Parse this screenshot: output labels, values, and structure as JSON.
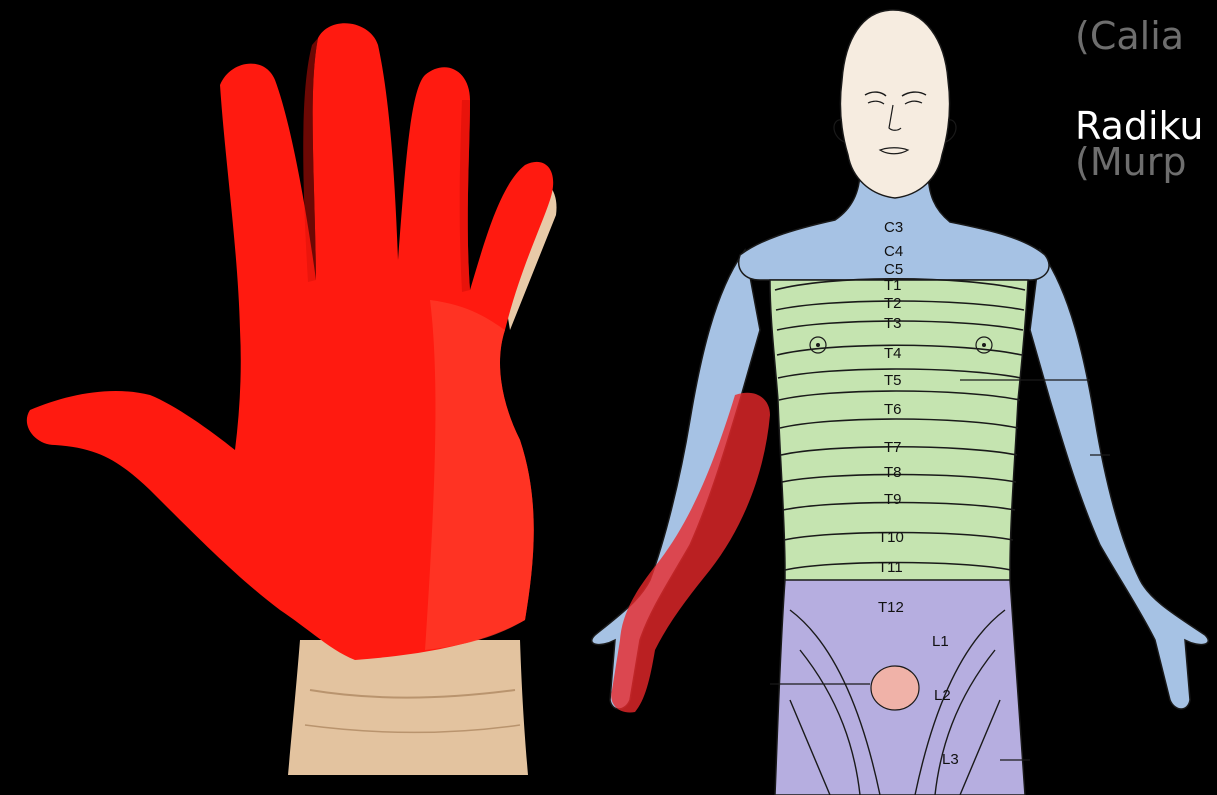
{
  "captions": {
    "top_partial": "(Calia",
    "title_partial": "Radiku",
    "subtitle_partial": "(Murp"
  },
  "colors": {
    "background": "#000000",
    "highlight_red": "#ff1a10",
    "dermatome_cervical_blue": "#a6c2e4",
    "dermatome_thoracic_green": "#c5e4b0",
    "dermatome_lumbar_purple": "#b6aee0",
    "skin": "#e6c9a8"
  },
  "dermatome_labels": [
    "C3",
    "C4",
    "C5",
    "T1",
    "T2",
    "T3",
    "T4",
    "T5",
    "T6",
    "T7",
    "T8",
    "T9",
    "T10",
    "T11",
    "T12",
    "L1",
    "L2",
    "L3"
  ]
}
